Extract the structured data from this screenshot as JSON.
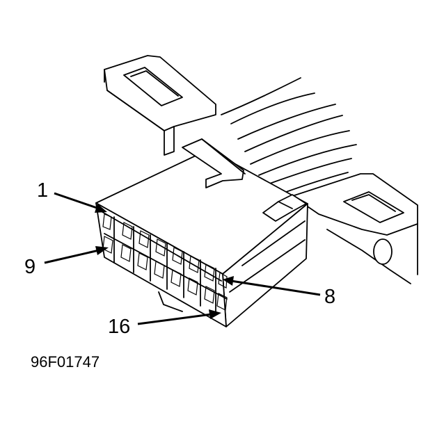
{
  "callouts": {
    "pin_1": "1",
    "pin_8": "8",
    "pin_9": "9",
    "pin_16": "16"
  },
  "figure_id": "96F01747",
  "colors": {
    "ink": "#000000",
    "paper": "#ffffff"
  }
}
